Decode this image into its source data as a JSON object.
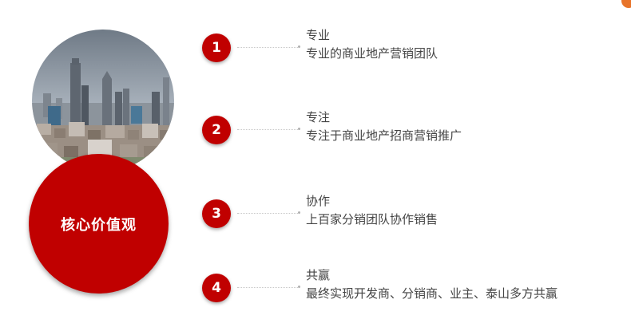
{
  "core": {
    "label": "核心价值观"
  },
  "colors": {
    "accent": "#c00000",
    "corner_mark": "#e8742a",
    "text": "#444444"
  },
  "items": [
    {
      "number": "1",
      "title": "专业",
      "description": "专业的商业地产营销团队"
    },
    {
      "number": "2",
      "title": "专注",
      "description": "专注于商业地产招商营销推广"
    },
    {
      "number": "3",
      "title": "协作",
      "description": "上百家分销团队协作销售"
    },
    {
      "number": "4",
      "title": "共赢",
      "description": "最终实现开发商、分销商、业主、泰山多方共赢"
    }
  ]
}
